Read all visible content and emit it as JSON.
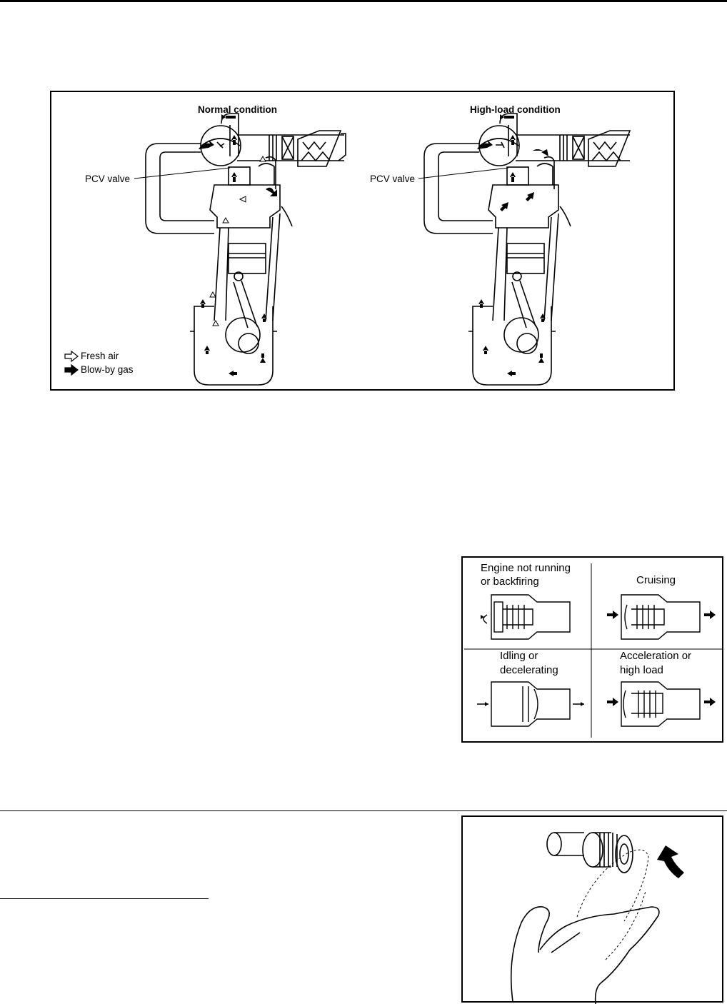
{
  "pcv_figure": {
    "normal_title": "Normal condition",
    "highload_title": "High-load condition",
    "pcv_label_left": "PCV valve",
    "pcv_label_right": "PCV valve",
    "legend": {
      "fresh_air": "Fresh air",
      "blowby_gas": "Blow-by gas"
    }
  },
  "valve_figure": {
    "engine_not_running": "Engine not running",
    "or_backfiring": "or backfiring",
    "cruising": "Cruising",
    "idling_or": "Idling or",
    "decelerating": "decelerating",
    "acceleration_or": "Acceleration or",
    "high_load": "high load"
  }
}
